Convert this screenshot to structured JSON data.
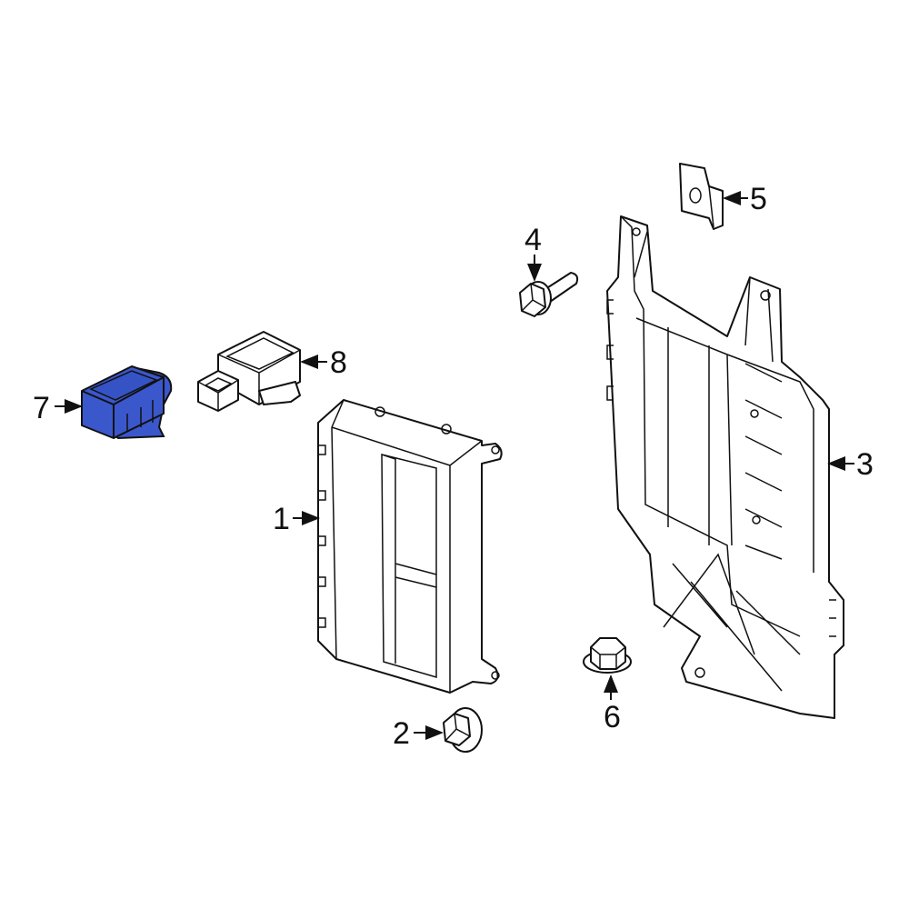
{
  "callouts": {
    "p1": "1",
    "p2": "2",
    "p3": "3",
    "p4": "4",
    "p5": "5",
    "p6": "6",
    "p7": "7",
    "p8": "8"
  },
  "colors": {
    "highlight": "#3b57cc",
    "line": "#111111",
    "background": "#ffffff"
  }
}
